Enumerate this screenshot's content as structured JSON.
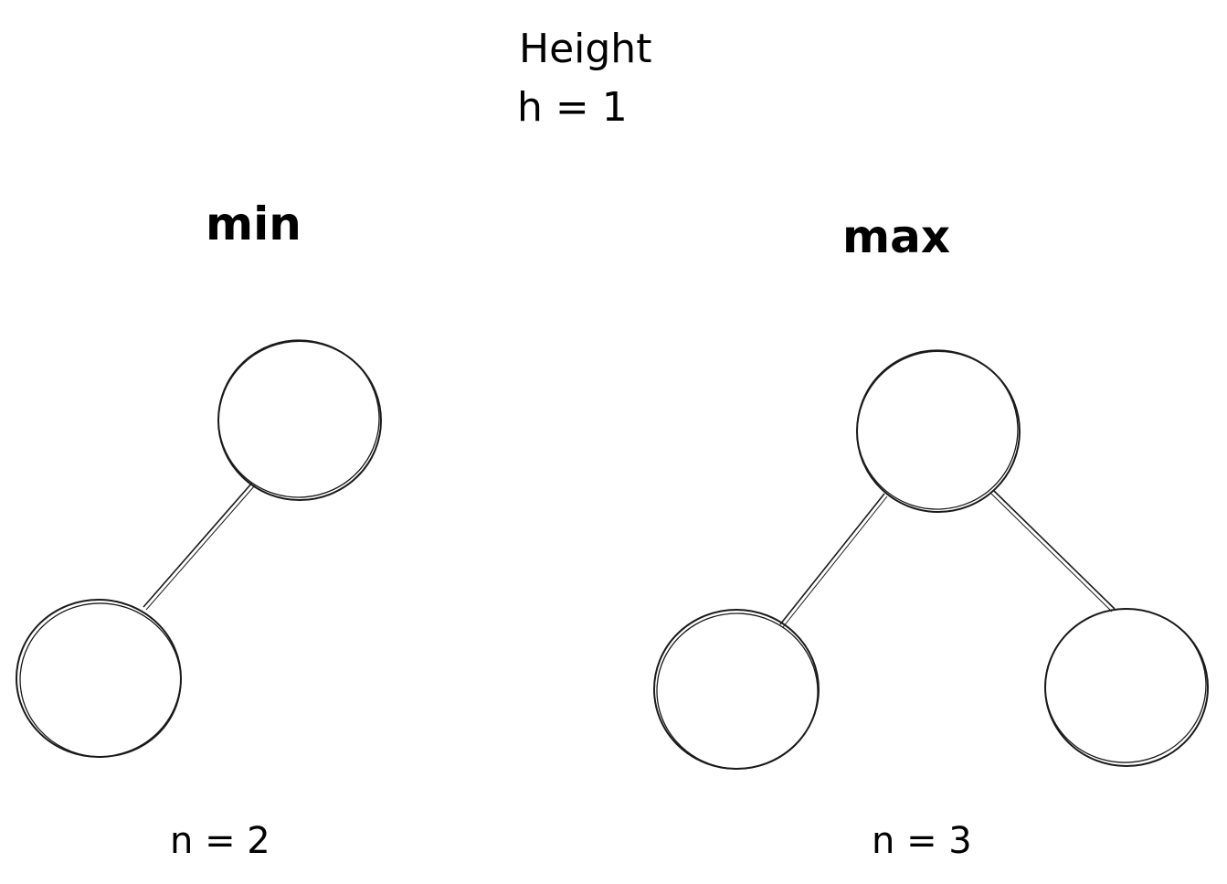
{
  "title": {
    "line1": "Height",
    "line2": "h = 1"
  },
  "min_tree": {
    "heading": "min",
    "count": "n = 2"
  },
  "max_tree": {
    "heading": "max",
    "count": "n = 3"
  }
}
